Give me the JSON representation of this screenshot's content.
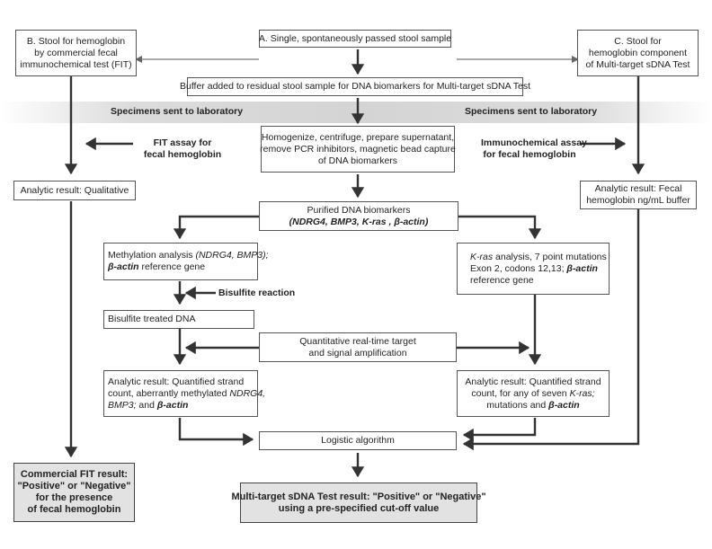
{
  "header": {
    "box_a": "A. Single, spontaneously passed stool sample",
    "box_b": [
      "B. Stool for hemoglobin",
      "by commercial fecal",
      "immunochemical test (FIT)"
    ],
    "box_c": [
      "C. Stool for",
      "hemoglobin component",
      "of Multi-target sDNA Test"
    ]
  },
  "buffer_box": "Buffer added to residual stool sample for DNA biomarkers for Multi-target sDNA Test",
  "band": {
    "left": "Specimens sent to laboratory",
    "right": "Specimens sent to laboratory"
  },
  "homogenize_box": [
    "Homogenize, centrifuge, prepare supernatant,",
    "remove PCR inhibitors, magnetic bead capture",
    "of DNA biomarkers"
  ],
  "fit_label": [
    "FIT assay for",
    "fecal hemoglobin"
  ],
  "immuno_label": [
    "Immunochemical assay",
    "for fecal hemoglobin"
  ],
  "analytic_qualitative": "Analytic result: Qualitative",
  "analytic_fecal": [
    "Analytic result: Fecal",
    "hemoglobin ng/mL buffer"
  ],
  "purified_box": {
    "line1": "Purified DNA biomarkers",
    "line2": "(NDRG4, BMP3, K-ras , β-actin)"
  },
  "methylation_box": {
    "line1_a": "Methylation analysis ",
    "line1_b": "(NDRG4, BMP3);",
    "line2_a": "β-actin",
    "line2_b": " reference gene"
  },
  "kras_box": {
    "line1_a": "K-ras",
    "line1_b": " analysis, 7 point mutations",
    "line2_a": "Exon 2, codons 12,13; ",
    "line2_b": "β-actin",
    "line3": "reference gene"
  },
  "bisulfite_label": "Bisulfite reaction",
  "bisulfite_box": "Bisulfite treated DNA",
  "quant_box": [
    "Quantitative real-time target",
    "and signal amplification"
  ],
  "methyl_result": {
    "line1": "Analytic result: Quantified strand",
    "line2_a": "count, aberrantly methylated ",
    "line2_b": "NDRG4,",
    "line3_a": "BMP3;",
    "line3_b": " and ",
    "line3_c": "β-actin"
  },
  "kras_result": {
    "line1": "Analytic result: Quantified strand",
    "line2_a": "count, for any of seven ",
    "line2_b": "K-ras;",
    "line3_a": "mutations and ",
    "line3_b": "β-actin"
  },
  "logistic_box": "Logistic algorithm",
  "fit_result": [
    "Commercial FIT result:",
    "\"Positive\" or \"Negative\"",
    "for the presence",
    "of fecal hemoglobin"
  ],
  "sdna_result": [
    "Multi-target sDNA Test result: \"Positive\" or \"Negative\"",
    "using a pre-specified cut-off value"
  ]
}
